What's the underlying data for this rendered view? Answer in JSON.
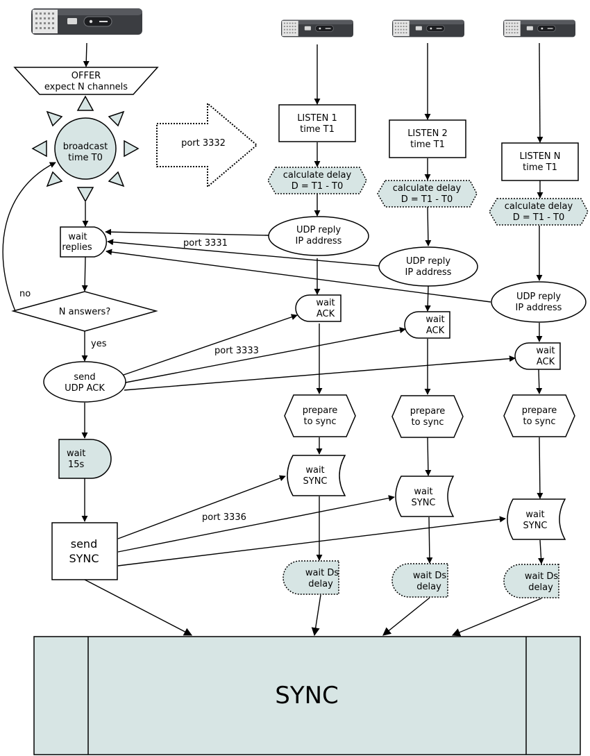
{
  "colors": {
    "shape_fill_gray": "#d7e5e4",
    "shape_fill_white": "#ffffff",
    "stroke": "#000000",
    "device_body": "#3b3d41",
    "device_vent": "#e6e6e6"
  },
  "icons": {
    "device": "network-hard-drive-icon"
  },
  "master": {
    "offer": {
      "line1": "OFFER",
      "line2": "expect N channels"
    },
    "broadcast": {
      "line1": "broadcast",
      "line2": "time T0"
    },
    "wait_replies": {
      "line1": "wait",
      "line2": "replies"
    },
    "decision": "N answers?",
    "no_label": "no",
    "yes_label": "yes",
    "send_ack": {
      "line1": "send",
      "line2": "UDP ACK"
    },
    "wait_15s": {
      "line1": "wait",
      "line2": "15s"
    },
    "send_sync": {
      "line1": "send",
      "line2": "SYNC"
    }
  },
  "ports": {
    "broadcast": "port 3332",
    "reply": "port 3331",
    "ack": "port 3333",
    "sync": "port 3336"
  },
  "listeners": [
    {
      "listen": {
        "line1": "LISTEN 1",
        "line2": "time T1"
      },
      "calc": {
        "line1": "calculate delay",
        "line2": "D = T1 - T0"
      },
      "reply": {
        "line1": "UDP reply",
        "line2": "IP address"
      },
      "wait_ack": {
        "line1": "wait",
        "line2": "ACK"
      },
      "prepare": {
        "line1": "prepare",
        "line2": "to sync"
      },
      "wait_sync": {
        "line1": "wait",
        "line2": "SYNC"
      },
      "wait_delay": {
        "line1": "wait Ds",
        "line2": "delay"
      }
    },
    {
      "listen": {
        "line1": "LISTEN 2",
        "line2": "time T1"
      },
      "calc": {
        "line1": "calculate delay",
        "line2": "D = T1 - T0"
      },
      "reply": {
        "line1": "UDP reply",
        "line2": "IP address"
      },
      "wait_ack": {
        "line1": "wait",
        "line2": "ACK"
      },
      "prepare": {
        "line1": "prepare",
        "line2": "to sync"
      },
      "wait_sync": {
        "line1": "wait",
        "line2": "SYNC"
      },
      "wait_delay": {
        "line1": "wait Ds",
        "line2": "delay"
      }
    },
    {
      "listen": {
        "line1": "LISTEN N",
        "line2": "time T1"
      },
      "calc": {
        "line1": "calculate delay",
        "line2": "D = T1 - T0"
      },
      "reply": {
        "line1": "UDP reply",
        "line2": "IP address"
      },
      "wait_ack": {
        "line1": "wait",
        "line2": "ACK"
      },
      "prepare": {
        "line1": "prepare",
        "line2": "to sync"
      },
      "wait_sync": {
        "line1": "wait",
        "line2": "SYNC"
      },
      "wait_delay": {
        "line1": "wait Ds",
        "line2": "delay"
      }
    }
  ],
  "sync_final": "SYNC"
}
